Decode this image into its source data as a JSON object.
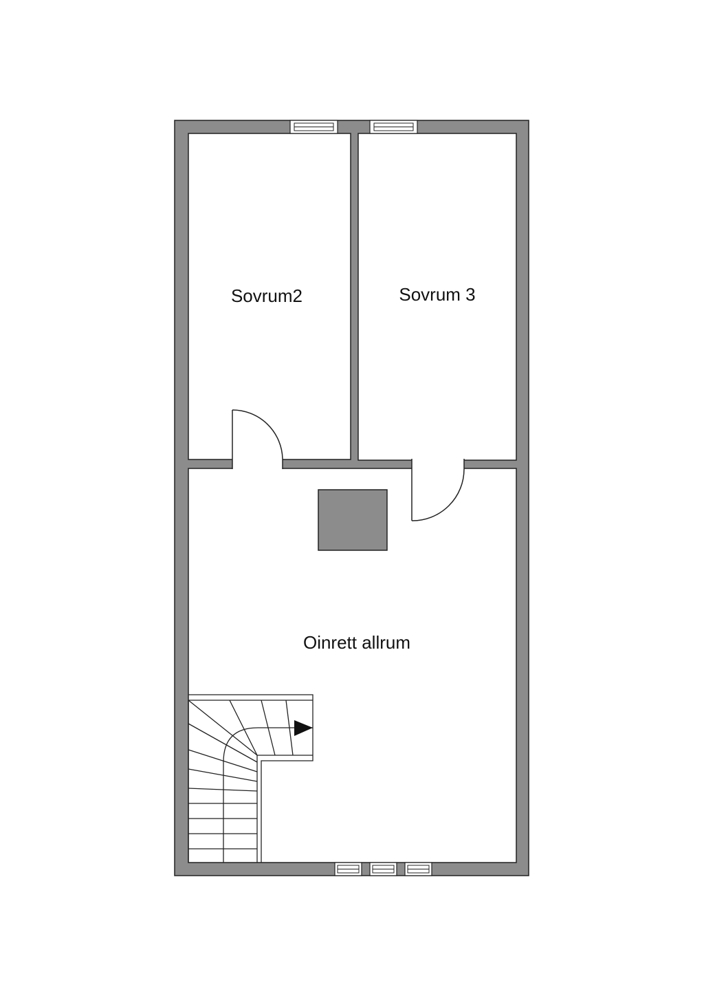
{
  "rooms": {
    "bedroom2": {
      "label": "Sovrum2"
    },
    "bedroom3": {
      "label": "Sovrum 3"
    },
    "living": {
      "label": "Oinrett allrum"
    }
  },
  "colors": {
    "wall": "#8c8c8c",
    "outline": "#222222",
    "chimney": "#8c8c8c",
    "background": "#ffffff"
  },
  "icons": {
    "stair_arrow": "arrow-right-icon",
    "window": "window-icon",
    "door": "door-swing-icon",
    "chimney": "chimney-icon",
    "staircase": "staircase-icon"
  }
}
